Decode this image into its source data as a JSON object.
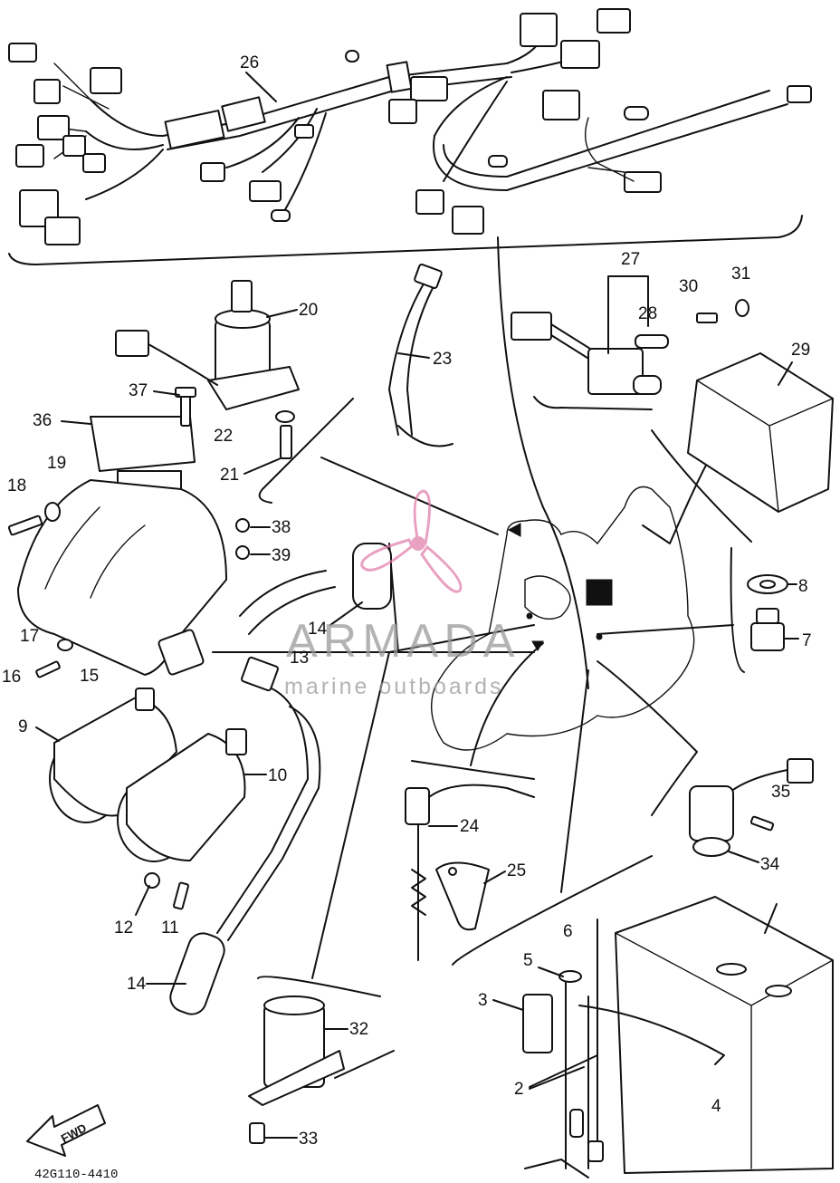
{
  "drawing_code": "42G110-4410",
  "fwd_label": "FWD",
  "watermark": {
    "brand": "ARMADA",
    "tagline": "marine outboards",
    "color": "#e07aa8"
  },
  "labels": {
    "p2": "2",
    "p3": "3",
    "p4": "4",
    "p5": "5",
    "p6": "6",
    "p7": "7",
    "p8": "8",
    "p9": "9",
    "p10": "10",
    "p11": "11",
    "p12": "12",
    "p13": "13",
    "p14a": "14",
    "p14b": "14",
    "p15": "15",
    "p16": "16",
    "p17": "17",
    "p18": "18",
    "p19": "19",
    "p20": "20",
    "p21": "21",
    "p22": "22",
    "p23": "23",
    "p24": "24",
    "p25": "25",
    "p26": "26",
    "p27": "27",
    "p28": "28",
    "p29": "29",
    "p30": "30",
    "p31": "31",
    "p32": "32",
    "p33": "33",
    "p34": "34",
    "p35": "35",
    "p36": "36",
    "p37": "37",
    "p38": "38",
    "p39": "39"
  }
}
